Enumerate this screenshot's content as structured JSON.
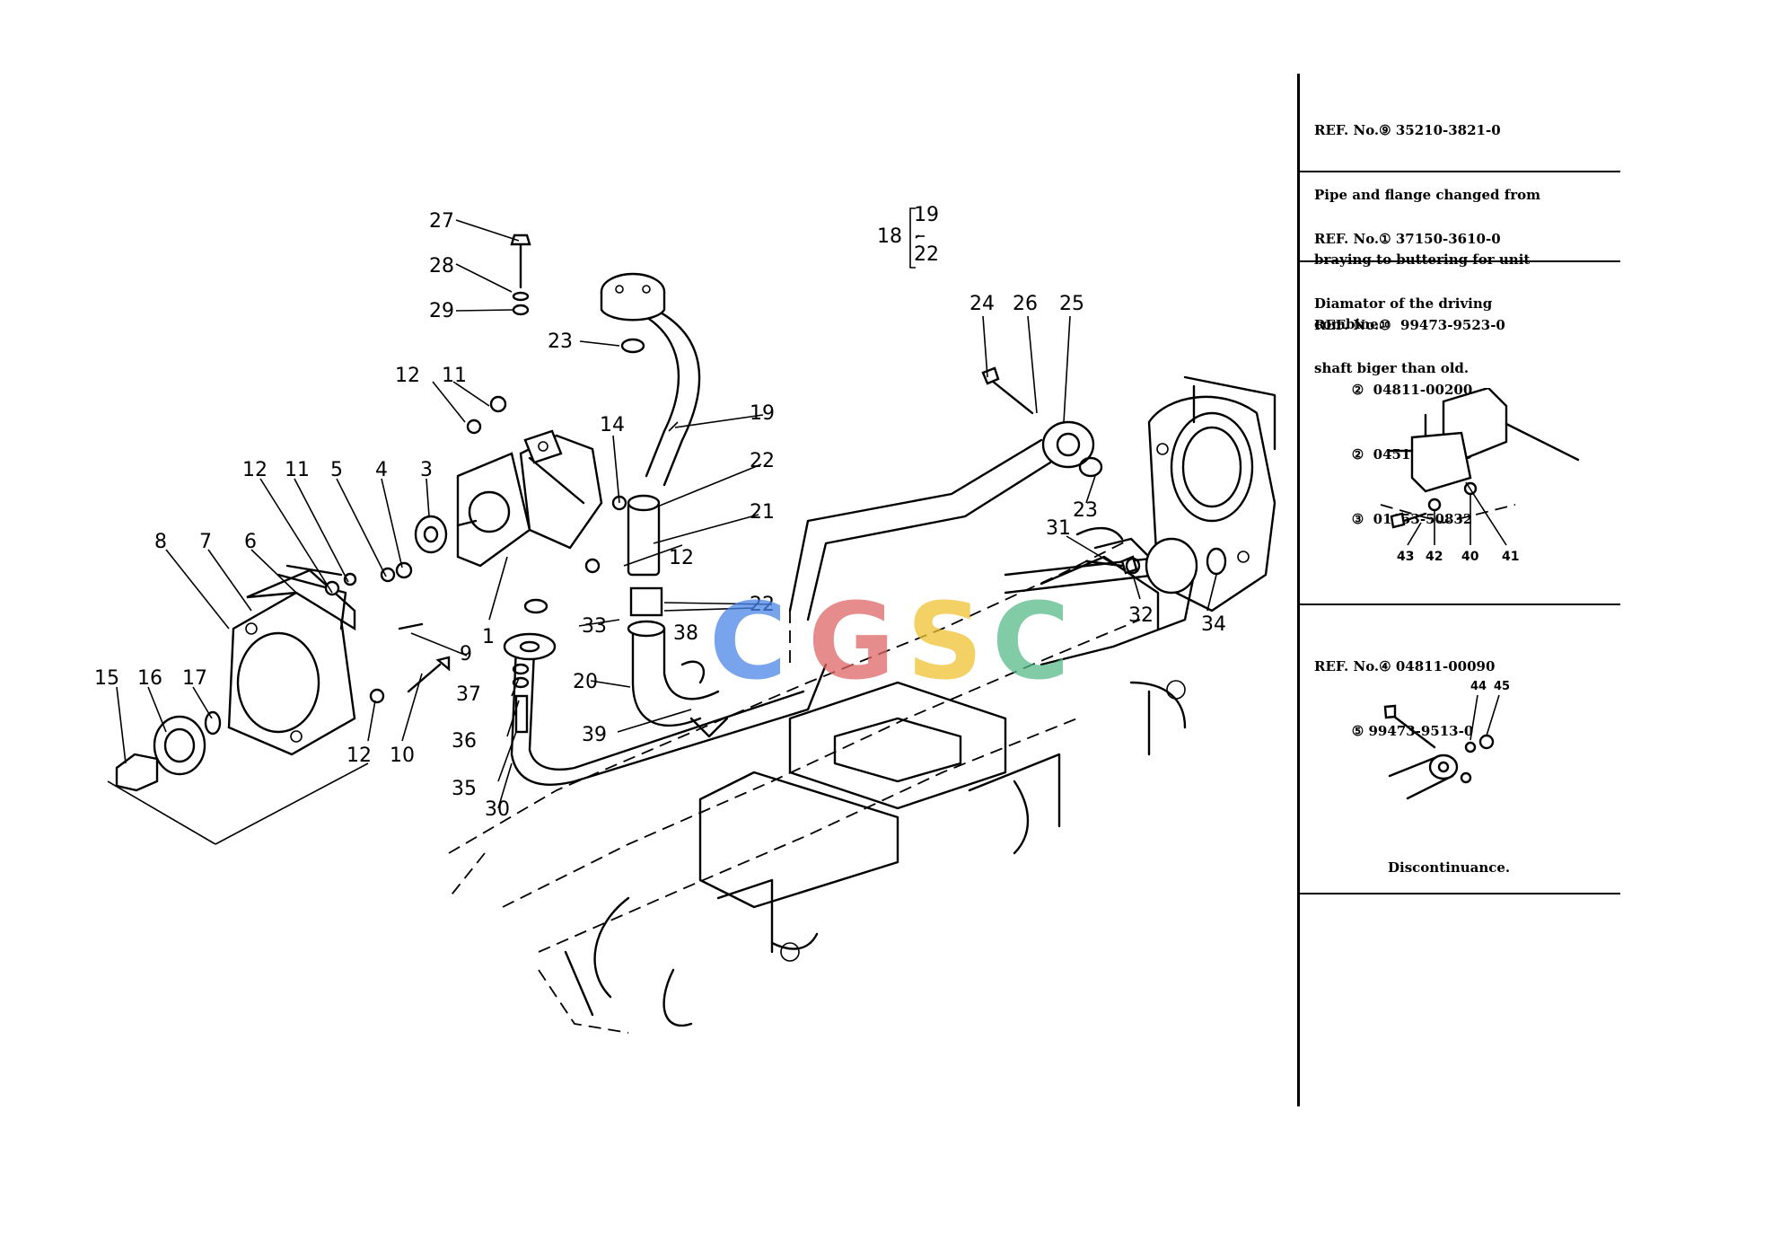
{
  "callouts": {
    "c1": "1",
    "c3": "3",
    "c4": "4",
    "c5": "5",
    "c6": "6",
    "c7": "7",
    "c8": "8",
    "c9": "9",
    "c10": "10",
    "c11a": "11",
    "c11b": "11",
    "c12a": "12",
    "c12b": "12",
    "c12c": "12",
    "c12d": "12",
    "c14": "14",
    "c15": "15",
    "c16": "16",
    "c17": "17",
    "c18": "18",
    "c19a": "19",
    "c19b": "19",
    "c20": "20",
    "c21": "21",
    "c22a": "22",
    "c22b": "22",
    "c22c": "22",
    "c23a": "23",
    "c23b": "23",
    "c24": "24",
    "c25": "25",
    "c26": "26",
    "c27": "27",
    "c28": "28",
    "c29": "29",
    "c30": "30",
    "c31": "31",
    "c32": "32",
    "c33": "33",
    "c34": "34",
    "c35": "35",
    "c36": "36",
    "c37": "37",
    "c38": "38",
    "c39": "39"
  },
  "notes": [
    {
      "lines": [
        "REF. No.⑨ 35210-3821-0",
        "Pipe and flange changed from",
        "braying to buttering for unit",
        "combine."
      ]
    },
    {
      "lines": [
        "REF. No.① 37150-3610-0",
        "Diamator of the driving",
        "shaft biger than old."
      ]
    },
    {
      "lines": [
        "REF. No.⑩  99473-9523-0",
        "        ②  04811-00200",
        "        ②  04512-50080",
        "        ③  01153-50832"
      ],
      "inset_labels": [
        "43",
        "42",
        "40",
        "41"
      ]
    },
    {
      "lines": [
        "REF. No.④ 04811-00090",
        "        ⑤ 99473-9513-0"
      ],
      "inset_labels": [
        "44",
        "45"
      ],
      "footer": "Discontinuance."
    }
  ],
  "watermark": {
    "letters": [
      "C",
      "G",
      "S",
      "C"
    ],
    "colors": [
      "#4a86e8",
      "#e06666",
      "#f1c232",
      "#57bb8a"
    ]
  }
}
